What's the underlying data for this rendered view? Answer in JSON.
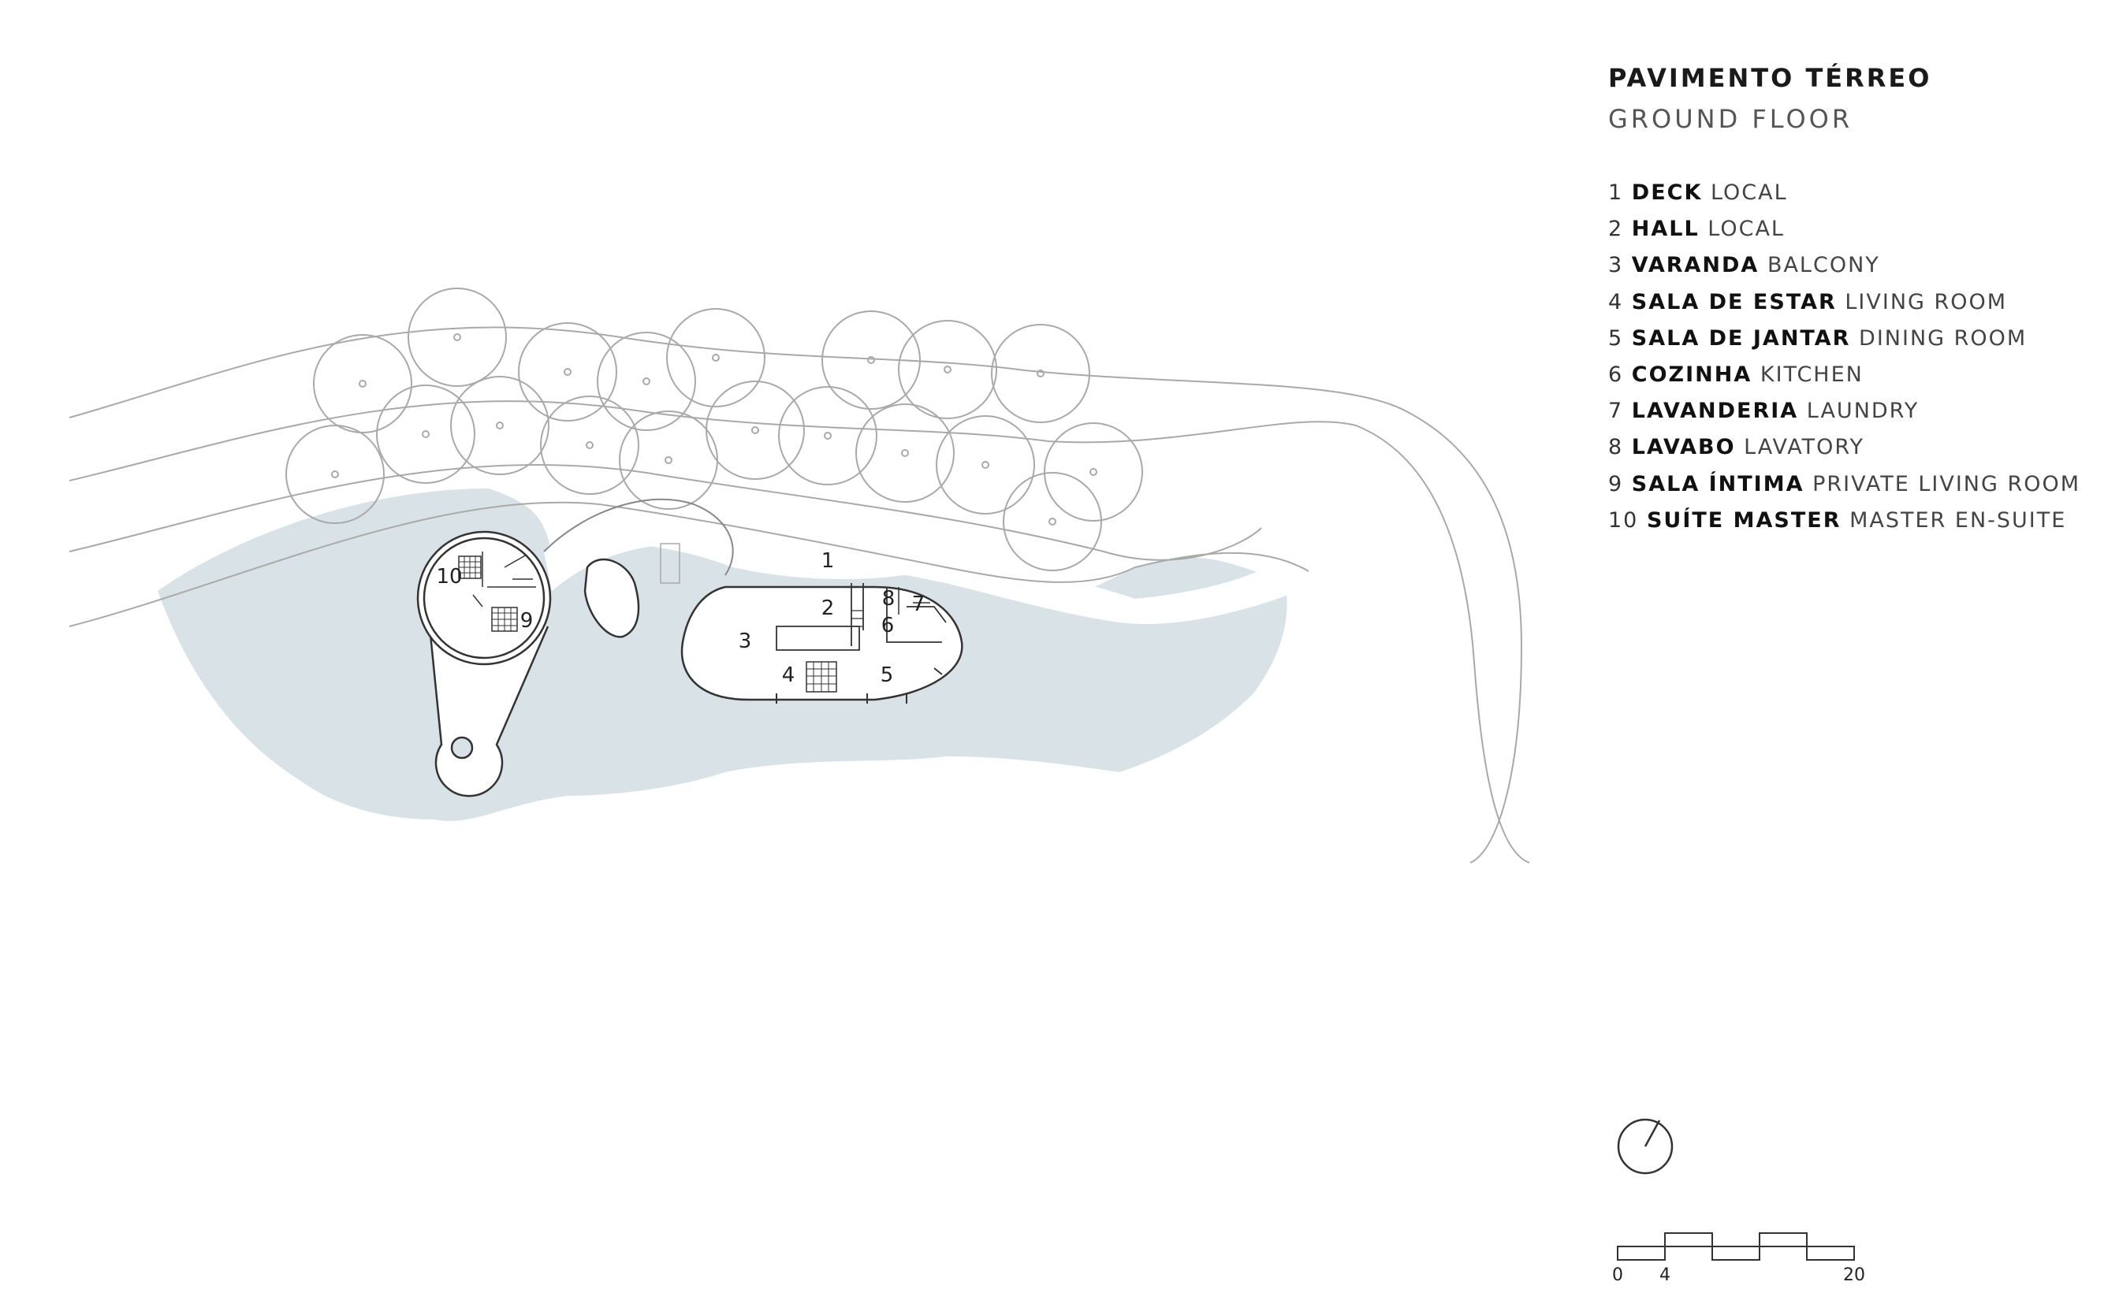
{
  "legend": {
    "title": "PAVIMENTO TÉRREO",
    "subtitle": "GROUND FLOOR",
    "items": [
      {
        "num": "1",
        "pt": "DECK",
        "en": "LOCAL"
      },
      {
        "num": "2",
        "pt": "HALL",
        "en": "LOCAL"
      },
      {
        "num": "3",
        "pt": "VARANDA",
        "en": "BALCONY"
      },
      {
        "num": "4",
        "pt": "SALA DE ESTAR",
        "en": "LIVING ROOM"
      },
      {
        "num": "5",
        "pt": "SALA DE JANTAR",
        "en": "DINING ROOM"
      },
      {
        "num": "6",
        "pt": "COZINHA",
        "en": "KITCHEN"
      },
      {
        "num": "7",
        "pt": "LAVANDERIA",
        "en": "LAUNDRY"
      },
      {
        "num": "8",
        "pt": "LAVABO",
        "en": "LAVATORY"
      },
      {
        "num": "9",
        "pt": "SALA ÍNTIMA",
        "en": "PRIVATE LIVING ROOM"
      },
      {
        "num": "10",
        "pt": "SUÍTE MASTER",
        "en": "MASTER EN-SUITE"
      }
    ]
  },
  "plan_labels": {
    "l1": "1",
    "l2": "2",
    "l3": "3",
    "l4": "4",
    "l5": "5",
    "l6": "6",
    "l7": "7",
    "l8": "8",
    "l9": "9",
    "l10": "10"
  },
  "scale_bar": {
    "start": "0",
    "mid": "4",
    "end": "20"
  },
  "icons": {
    "north": "north-arrow-icon"
  },
  "colors": {
    "water": "#d9e3e7",
    "contour": "#a9a9a9",
    "line": "#333333"
  }
}
